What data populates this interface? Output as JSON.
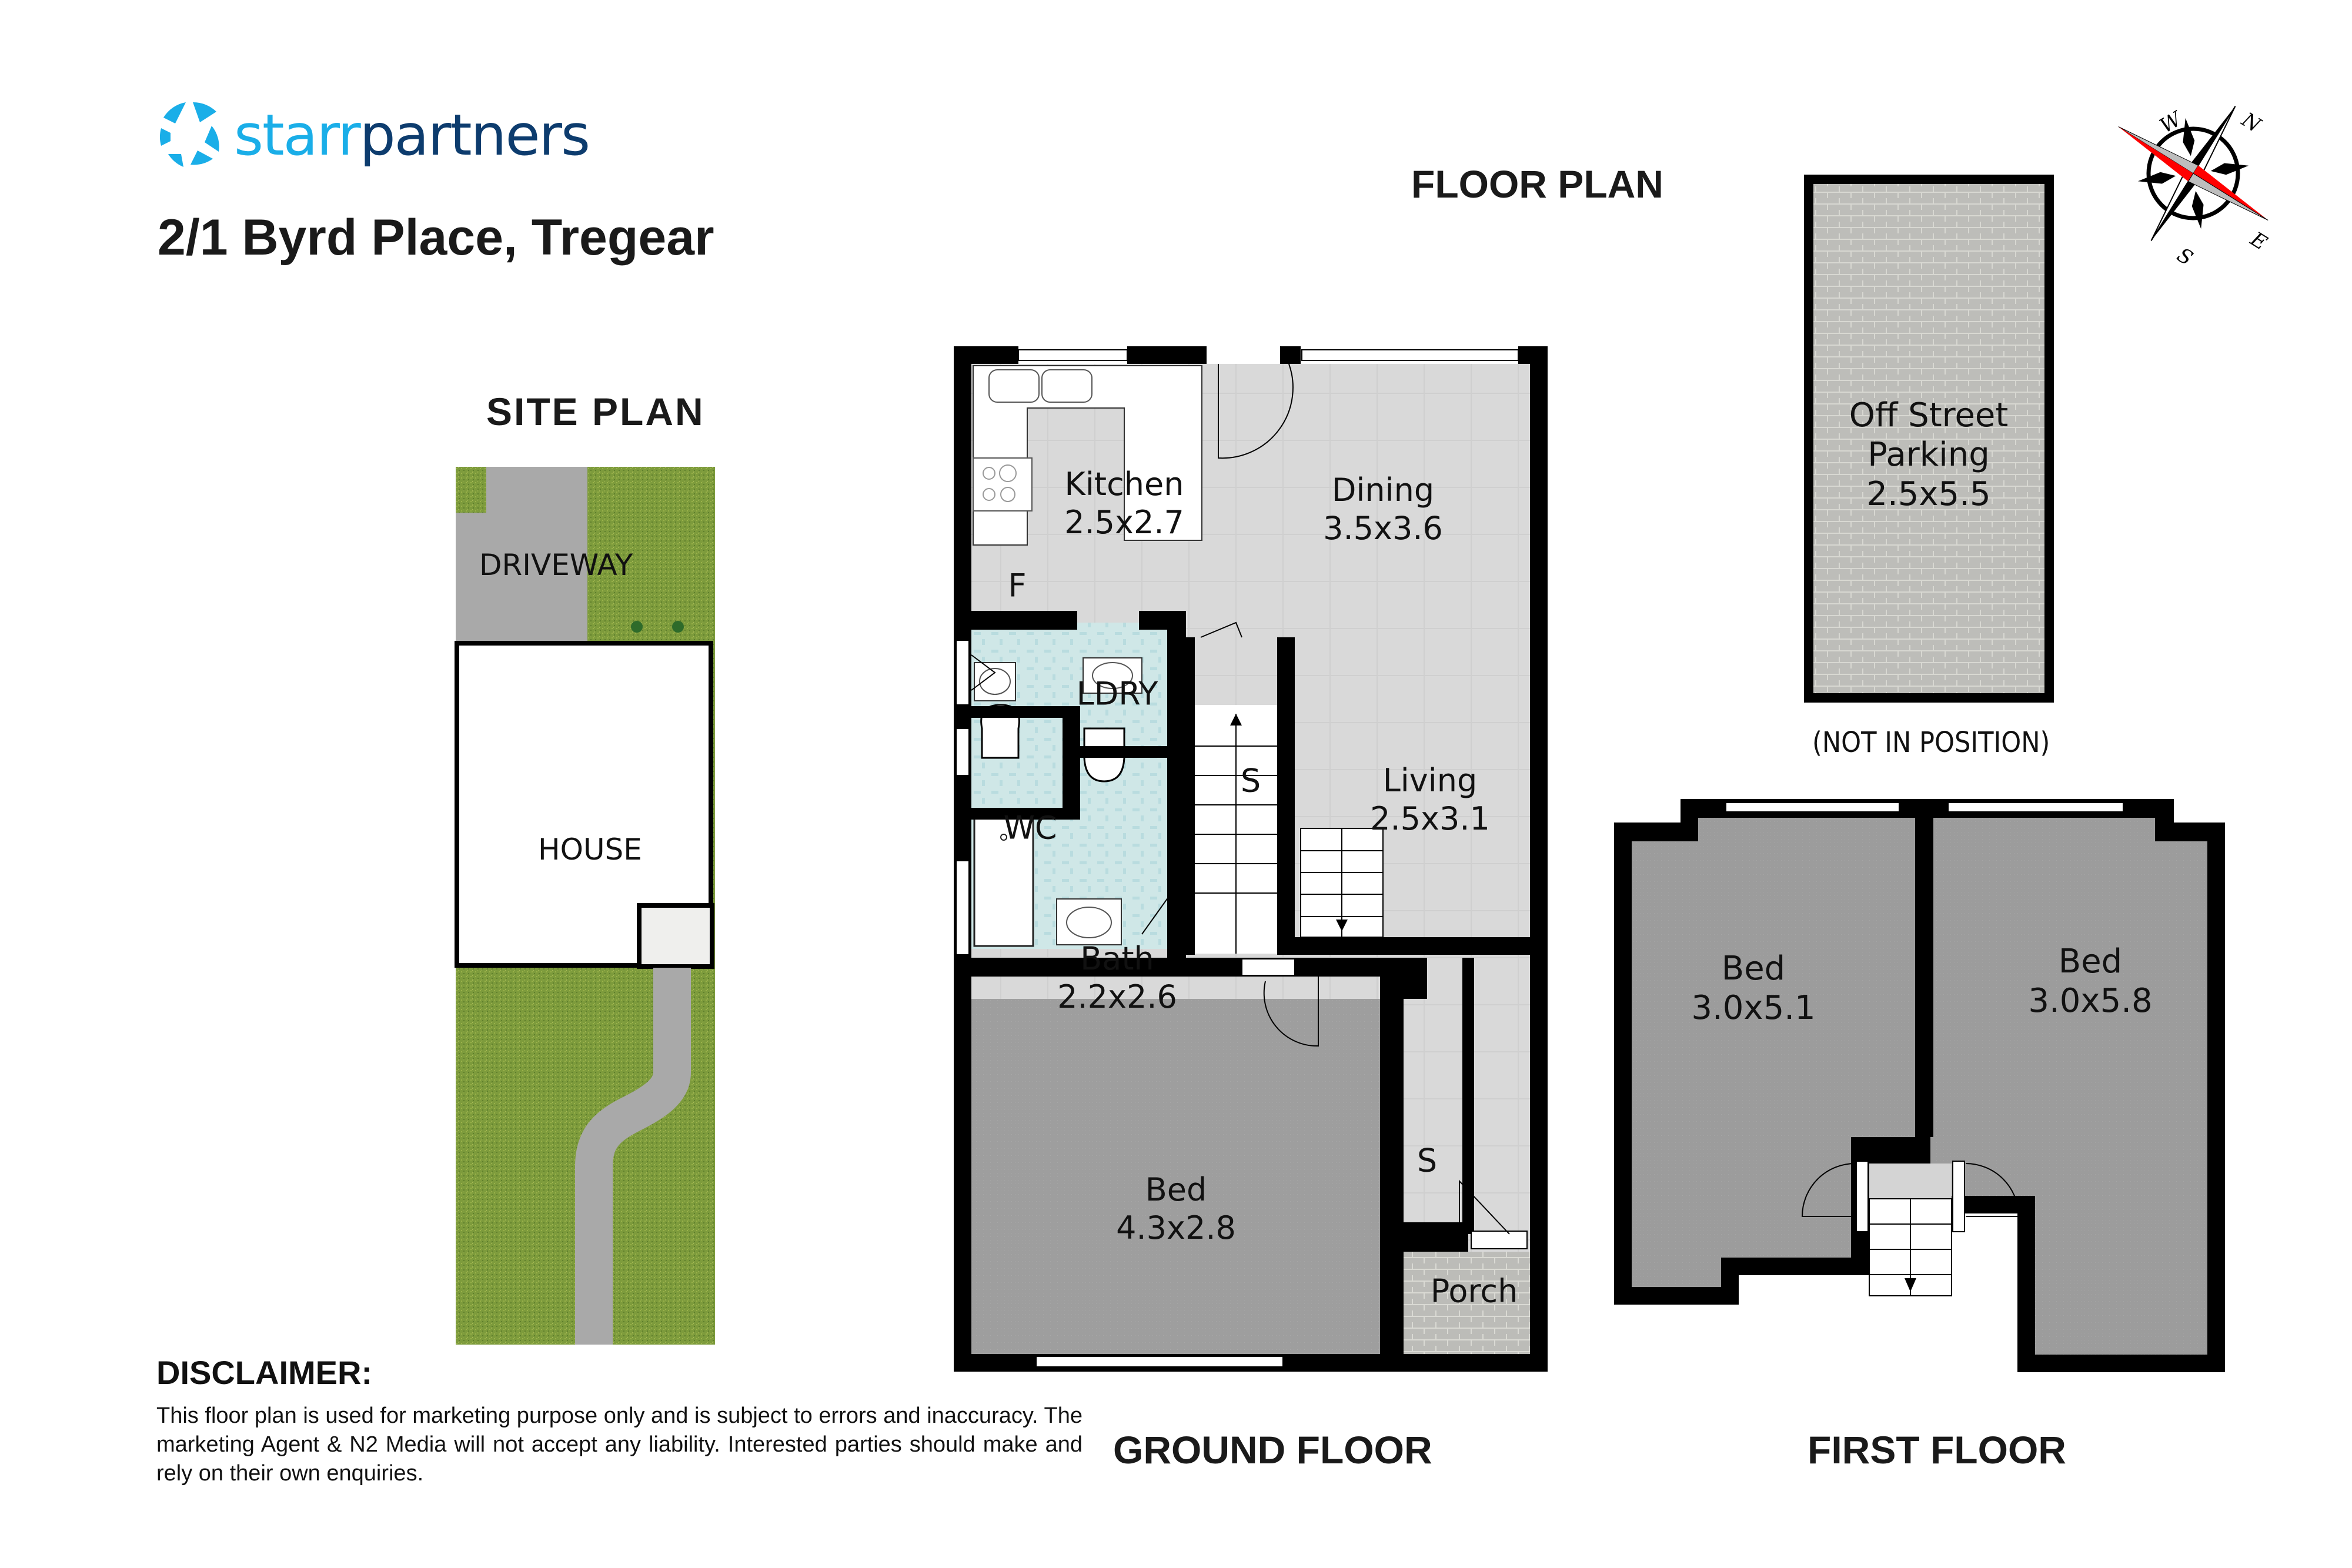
{
  "brand": {
    "name_part1": "starr",
    "name_part2": "partners",
    "colors": {
      "light_blue": "#1aaee8",
      "dark_blue": "#0d3c6e"
    }
  },
  "property": {
    "address": "2/1 Byrd Place, Tregear"
  },
  "headings": {
    "site_plan": "SITE PLAN",
    "floor_plan": "FLOOR PLAN",
    "ground_floor": "GROUND FLOOR",
    "first_floor": "FIRST FLOOR"
  },
  "compass": {
    "north": "N",
    "south": "S",
    "east": "E",
    "west": "W",
    "icon": "compass-rose-icon"
  },
  "site_plan": {
    "driveway_label": "DRIVEWAY",
    "house_label": "HOUSE",
    "colors": {
      "grass": "#7a9a3a",
      "paving": "#a9a9a9",
      "house": "#ffffff"
    }
  },
  "parking": {
    "name_line1": "Off Street",
    "name_line2": "Parking",
    "size": "2.5x5.5",
    "note": "(NOT IN POSITION)"
  },
  "ground_floor": {
    "rooms": [
      {
        "name": "Kitchen",
        "size": "2.5x2.7"
      },
      {
        "name": "Dining",
        "size": "3.5x3.6"
      },
      {
        "name": "F",
        "size": ""
      },
      {
        "name": "LDRY",
        "size": ""
      },
      {
        "name": "S",
        "size": ""
      },
      {
        "name": "Living",
        "size": "2.5x3.1"
      },
      {
        "name": "WC",
        "size": ""
      },
      {
        "name": "Bath",
        "size": "2.2x2.6"
      },
      {
        "name": "Bed",
        "size": "4.3x2.8"
      },
      {
        "name": "S",
        "size": ""
      },
      {
        "name": "Porch",
        "size": ""
      }
    ]
  },
  "first_floor": {
    "rooms": [
      {
        "name": "Bed",
        "size": "3.0x5.1"
      },
      {
        "name": "Bed",
        "size": "3.0x5.8"
      }
    ]
  },
  "disclaimer": {
    "title": "DISCLAIMER:",
    "body": "This floor plan is used for marketing purpose only and is subject to errors and inaccuracy. The marketing Agent & N2 Media will not accept any liability. Interested parties should make and rely on their own enquiries."
  }
}
